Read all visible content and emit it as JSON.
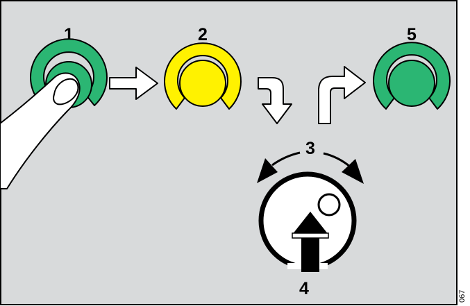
{
  "steps": {
    "step1": "1",
    "step2": "2",
    "step3": "3",
    "step4": "4",
    "step5": "5"
  },
  "doc_code": "067",
  "colors": {
    "panel_background": "#d8dadb",
    "button_green": "#2bb673",
    "button_yellow": "#fff200",
    "arrow_fill": "#ffffff",
    "outline": "#000000"
  },
  "icons": [
    "finger-icon",
    "green-button-icon",
    "yellow-button-icon",
    "rotary-knob-icon",
    "push-arrow-icon",
    "rotate-arrow-icon",
    "right-arrow-icon",
    "down-turn-arrow-icon",
    "up-turn-arrow-icon"
  ]
}
